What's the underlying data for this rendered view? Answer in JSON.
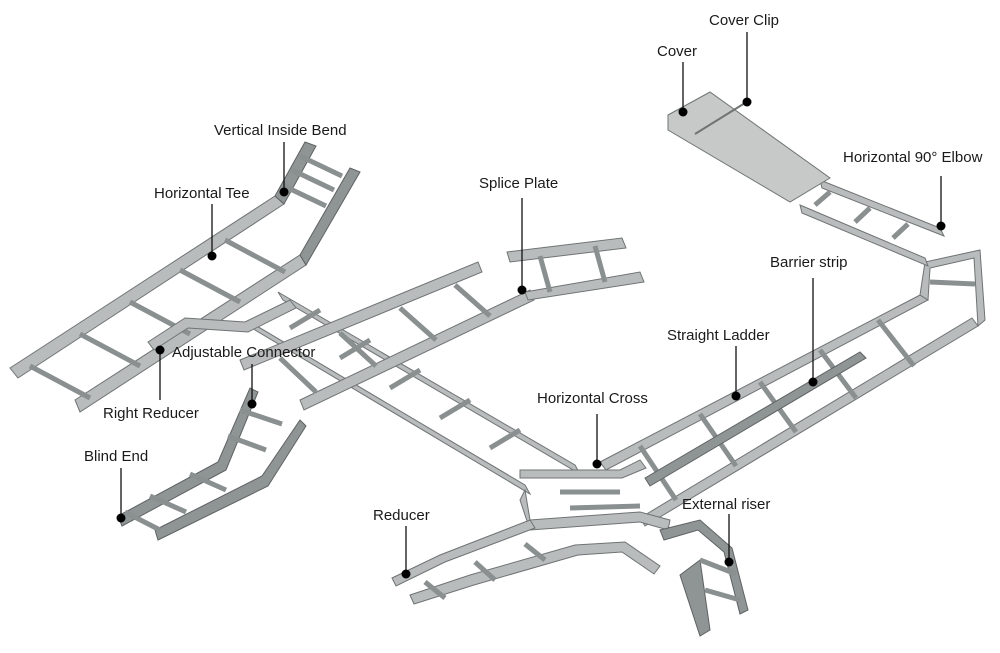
{
  "labels": {
    "cover_clip": "Cover Clip",
    "cover": "Cover",
    "vertical_inside_bend": "Vertical Inside Bend",
    "horizontal_tee": "Horizontal Tee",
    "splice_plate": "Splice Plate",
    "horizontal_90_elbow": "Horizontal 90° Elbow",
    "barrier_strip": "Barrier strip",
    "adjustable_connector": "Adjustable Connector",
    "straight_ladder": "Straight Ladder",
    "right_reducer": "Right Reducer",
    "horizontal_cross": "Horizontal Cross",
    "blind_end": "Blind End",
    "external_riser": "External riser",
    "reducer": "Reducer"
  },
  "colors": {
    "steel_light": "#c6c9c8",
    "steel_mid": "#b9bcbc",
    "steel_dark": "#8f9494",
    "leader": "#111111",
    "dot": "#000000",
    "text": "#1a1a1a"
  }
}
